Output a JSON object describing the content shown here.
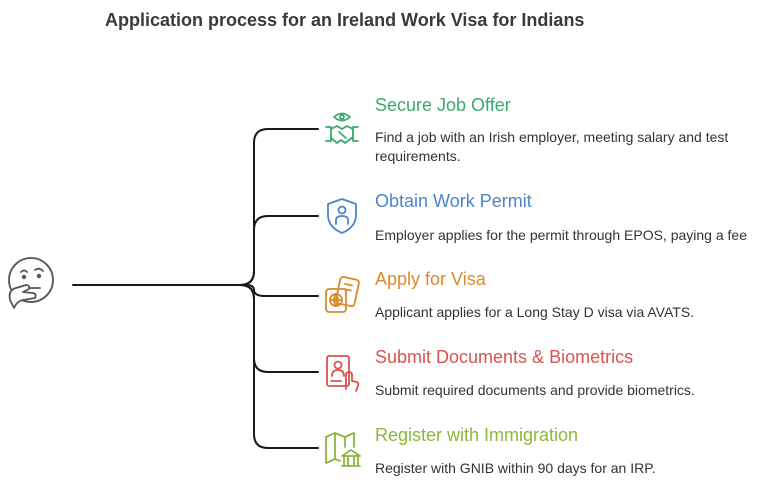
{
  "title": "Application process for an Ireland Work Visa for Indians",
  "root_icon": "thinking-face-icon",
  "steps": [
    {
      "title": "Secure Job Offer",
      "description": "Find a job with an Irish employer, meeting salary and test requirements.",
      "color": "#3aaa6a",
      "icon": "handshake-eye-icon"
    },
    {
      "title": "Obtain Work Permit",
      "description": "Employer applies for the permit through EPOS, paying a fee",
      "color": "#4a86c8",
      "icon": "shield-person-icon"
    },
    {
      "title": "Apply for Visa",
      "description": "Applicant applies for a Long Stay D visa via AVATS.",
      "color": "#d98a2b",
      "icon": "passport-icon"
    },
    {
      "title": "Submit Documents & Biometrics",
      "description": "Submit required documents and provide biometrics.",
      "color": "#d9534f",
      "icon": "document-fingerprint-icon"
    },
    {
      "title": "Register with Immigration",
      "description": "Register with GNIB within 90 days for an IRP.",
      "color": "#8ab73a",
      "icon": "map-building-icon"
    }
  ]
}
